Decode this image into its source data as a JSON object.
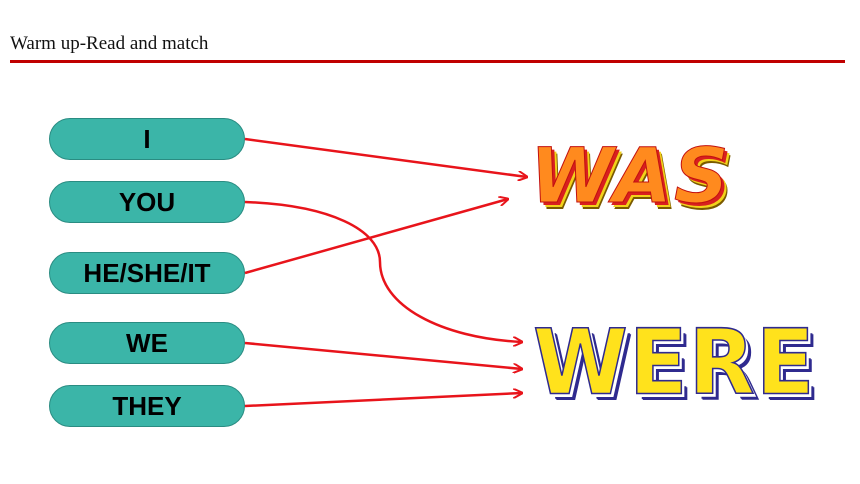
{
  "title": "Warm up-Read and match",
  "pronouns": {
    "i": "I",
    "you": "YOU",
    "he_she_it": "HE/SHE/IT",
    "we": "WE",
    "they": "THEY"
  },
  "answers": {
    "was": "WAS",
    "were": "WERE"
  },
  "colors": {
    "title_rule": "#c00000",
    "pill_fill": "#3bb5a8",
    "arrow": "#e8141b",
    "was_fill": "#ff8a1e",
    "were_fill": "#ffe21c",
    "were_outline": "#2f2a8f"
  },
  "matches": [
    {
      "from": "I",
      "to": "WAS"
    },
    {
      "from": "YOU",
      "to": "WERE"
    },
    {
      "from": "HE/SHE/IT",
      "to": "WAS"
    },
    {
      "from": "WE",
      "to": "WERE"
    },
    {
      "from": "THEY",
      "to": "WERE"
    }
  ]
}
